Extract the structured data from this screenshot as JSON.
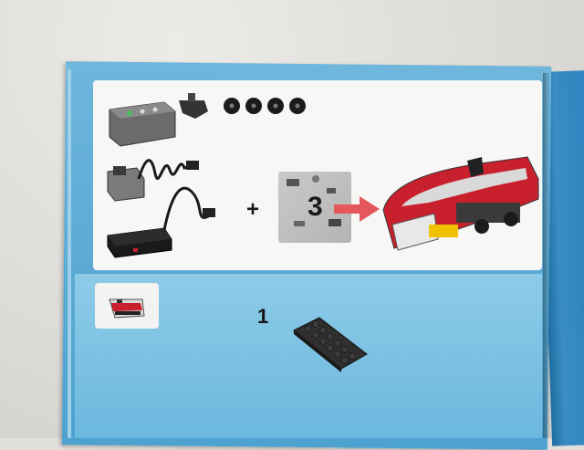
{
  "scene": {
    "subject": "instruction-booklet-page",
    "colors": {
      "page_blue": "#5eacd6",
      "panel": "#f7f7f5",
      "arrow": "#e4575d",
      "train_red": "#c8202c"
    }
  },
  "instructions": {
    "plus_sign": "+",
    "bag_number": "3",
    "step_number": "1",
    "icons": [
      "battery-box-icon",
      "motor-icon",
      "wheel-icon",
      "light-brick-icon",
      "battery-pack-icon",
      "parts-bag-icon",
      "arrow-icon",
      "train-car-icon",
      "plate-2x6-icon"
    ]
  }
}
